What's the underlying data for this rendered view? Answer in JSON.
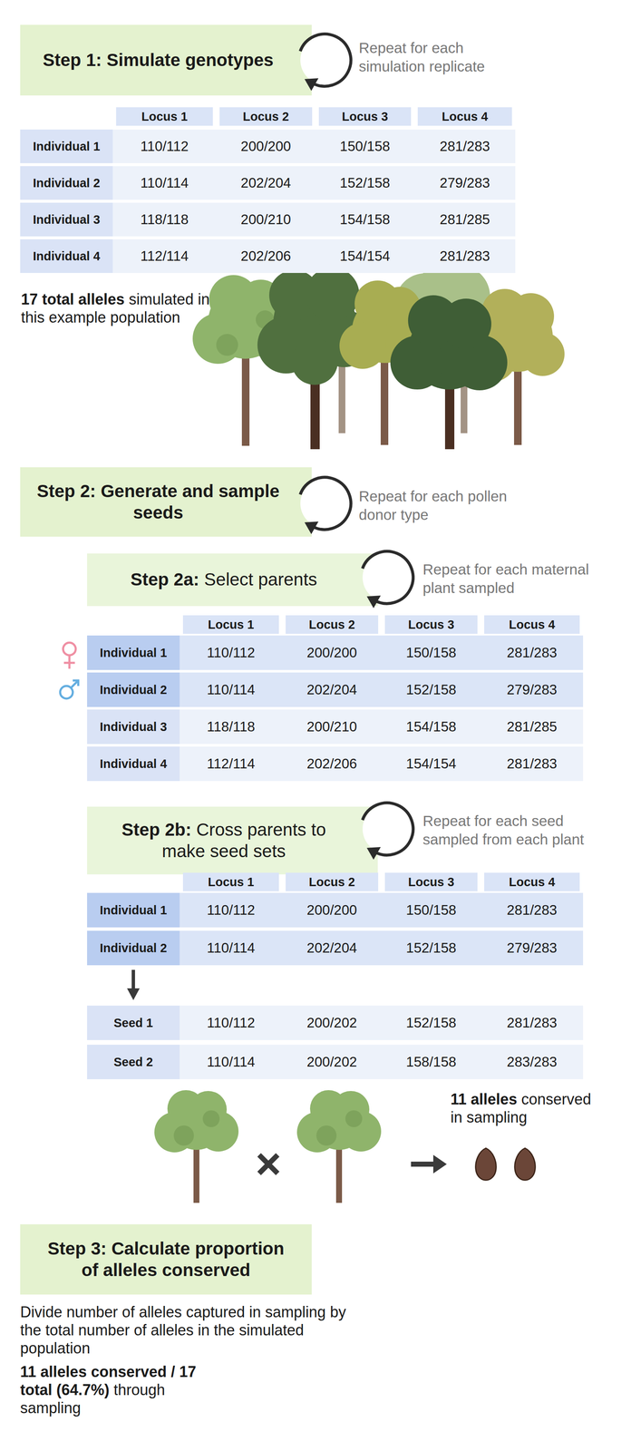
{
  "diagram": {
    "nodes": [
      {
        "text": [
          "Step 1: Simulate genotypes"
        ]
      },
      {
        "text": [
          "Step 2: Generate and sample seeds"
        ]
      },
      {
        "text": [
          "Step 2a:",
          "Select parents"
        ]
      },
      {
        "text": [
          "Step 2b:",
          "Cross parents to make seed sets"
        ]
      },
      {
        "text": [
          "Step 3: Calculate proportion of alleles conserved"
        ]
      }
    ],
    "labels": [
      "Repeat for each simulation replicate",
      "Locus 1",
      "Locus 2",
      "Locus 3",
      "Locus 4",
      "Individual 1",
      "110/112",
      "200/200",
      "150/158",
      "281/283",
      "Individual 2",
      "110/114",
      "202/204",
      "152/158",
      "279/283",
      "Individual 3",
      "118/118",
      "200/210",
      "154/158",
      "281/285",
      "Individual 4",
      "112/114",
      "202/206",
      "154/154",
      "281/283",
      "17 total alleles",
      "simulated in this example population",
      "Repeat for each pollen donor type",
      "Repeat for each maternal plant sampled",
      "Locus 1",
      "Locus 2",
      "Locus 3",
      "Locus 4",
      "Individual 1",
      "110/112",
      "200/200",
      "150/158",
      "281/283",
      "Individual 2",
      "110/114",
      "202/204",
      "152/158",
      "279/283",
      "Individual 3",
      "118/118",
      "200/210",
      "154/158",
      "281/285",
      "Individual 4",
      "112/114",
      "202/206",
      "154/154",
      "281/283",
      "Repeat for each seed sampled from each plant",
      "Locus 1",
      "Locus 2",
      "Locus 3",
      "Locus 4",
      "Individual 1",
      "110/112",
      "200/200",
      "150/158",
      "281/283",
      "Individual 2",
      "110/114",
      "202/204",
      "152/158",
      "279/283",
      "Seed 1",
      "110/112",
      "200/202",
      "152/158",
      "281/283",
      "Seed 2",
      "110/114",
      "200/202",
      "158/158",
      "283/283",
      "11 alleles",
      "conserved in sampling",
      "Divide number of alleles captured in sampling by the total number of alleles in the simulated population",
      "11 alleles conserved / 17 total (64.7%)",
      "through sampling"
    ]
  }
}
